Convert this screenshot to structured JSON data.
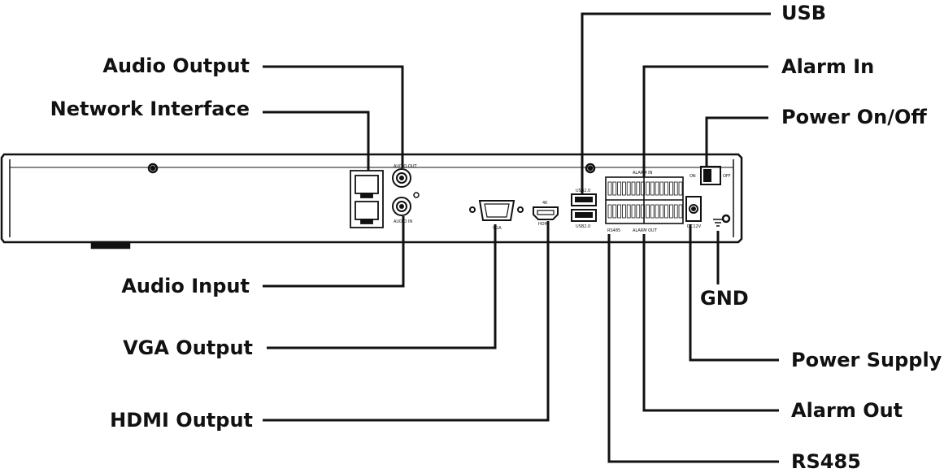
{
  "callouts": {
    "audio_output": "Audio Output",
    "network_interface": "Network Interface",
    "audio_input": "Audio Input",
    "vga_output": "VGA Output",
    "hdmi_output": "HDMI Output",
    "usb": "USB",
    "alarm_in": "Alarm In",
    "power_on_off": "Power On/Off",
    "gnd": "GND",
    "power_supply": "Power Supply",
    "alarm_out": "Alarm Out",
    "rs485": "RS485"
  },
  "panel_labels": {
    "audio_out": "AUDIO OUT",
    "audio_in": "AUDIO IN",
    "vga": "VGA",
    "hdmi_top": "4K",
    "hdmi": "HDMI",
    "usb1": "USB2.0",
    "usb2": "USB2.0",
    "alarm_in": "ALARM IN",
    "alarm_out": "ALARM OUT",
    "rs485": "RS485",
    "power_dc": "DC12V",
    "switch_on": "ON",
    "switch_off": "OFF"
  },
  "colors": {
    "line": "#111111",
    "panel": "#ffffff"
  }
}
